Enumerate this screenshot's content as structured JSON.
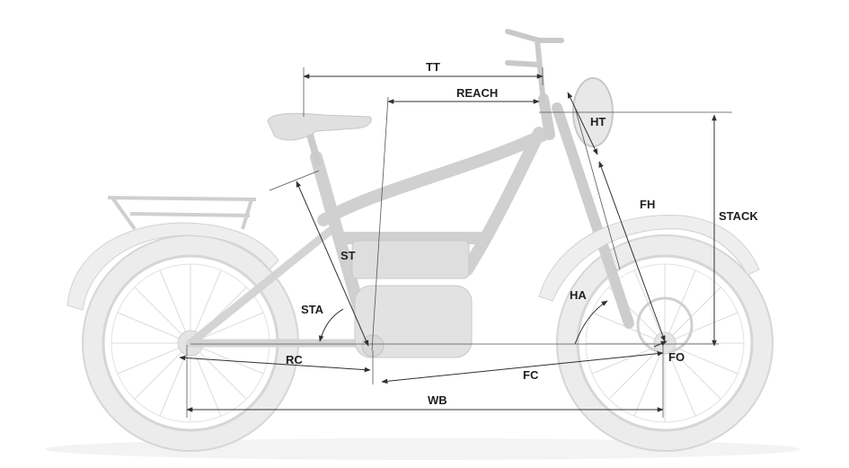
{
  "diagram": {
    "labels": {
      "tt": "TT",
      "reach": "REACH",
      "ht": "HT",
      "stack": "STACK",
      "fh": "FH",
      "st": "ST",
      "sta": "STA",
      "ha": "HA",
      "rc": "RC",
      "fo": "FO",
      "fc": "FC",
      "wb": "WB"
    },
    "colors": {
      "bike_outline": "#cfcfcf",
      "bike_fill": "#f1f1f1",
      "dimension_line": "#303030",
      "label_text": "#1f1f1f",
      "background": "#ffffff"
    }
  }
}
